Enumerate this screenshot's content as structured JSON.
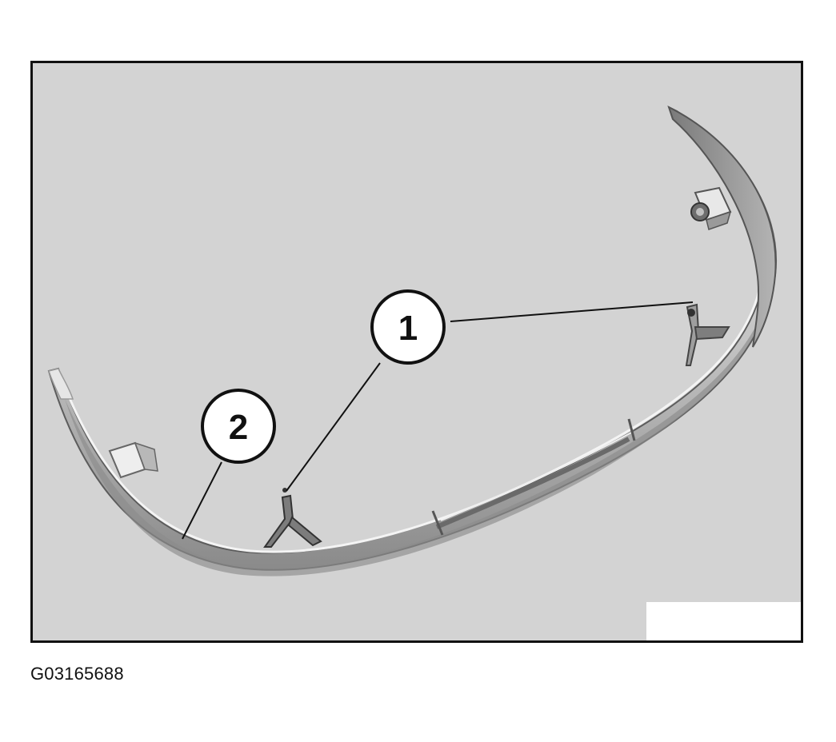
{
  "figure": {
    "id_label": "G03165688",
    "callouts": [
      {
        "number": "1"
      },
      {
        "number": "2"
      }
    ]
  }
}
